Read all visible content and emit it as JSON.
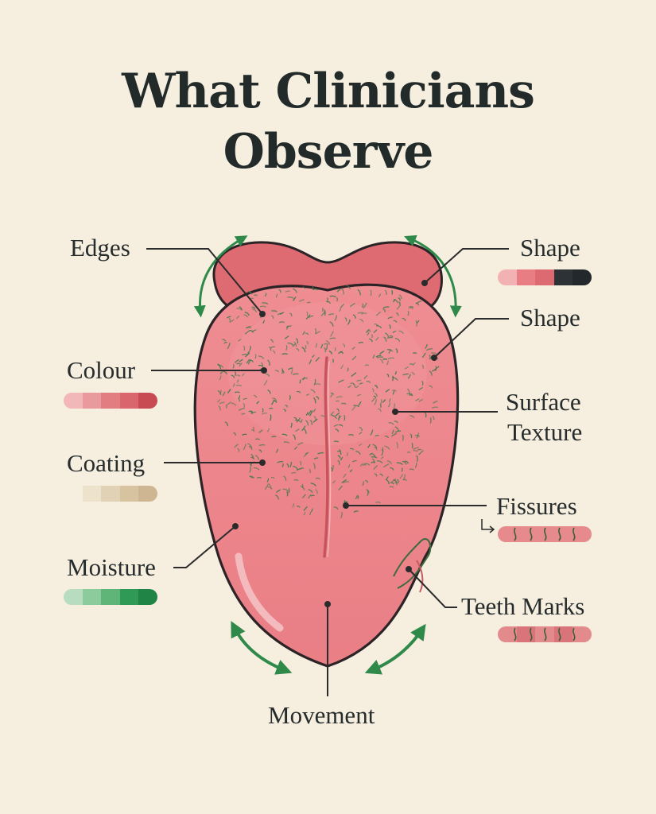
{
  "title": {
    "line1": "What Clinicians",
    "line2": "Observe"
  },
  "labels": {
    "edges": "Edges",
    "colour": "Colour",
    "coating": "Coating",
    "moisture": "Moisture",
    "shape_top": "Shape",
    "shape_second": "Shape",
    "surface_texture_1": "Surface",
    "surface_texture_2": "Texture",
    "fissures": "Fissures",
    "teeth_marks": "Teeth Marks",
    "movement": "Movement"
  },
  "colors": {
    "background": "#f6efe0",
    "tongue_body": "#ec8287",
    "tongue_outline": "#2b2326",
    "tongue_tip": "#de6a72",
    "papillae": "#3f7a4a",
    "arrow_green": "#2f8a4a",
    "leader_line": "#2b2b2b"
  },
  "swatches": {
    "colour": [
      "#f2b7b8",
      "#e99a9c",
      "#e27e82",
      "#d8666c",
      "#c84a52"
    ],
    "coating": [
      "#f6efe0",
      "#ede2cc",
      "#e2d2b5",
      "#d8c3a0",
      "#cfb692"
    ],
    "moisture": [
      "#b7dcbf",
      "#8ccb9b",
      "#5fb578",
      "#2f9a56",
      "#1f8446"
    ],
    "shape": [
      "#f2b1b2",
      "#e87e83",
      "#dd6a70",
      "#2c3235",
      "#22282b"
    ],
    "fissures": [
      "#e68a8e",
      "#e68a8e",
      "#e68a8e",
      "#e68a8e",
      "#e68a8e"
    ],
    "teeth_marks": [
      "#e38a8d",
      "#d9757a",
      "#e38a8d",
      "#d9757a",
      "#e38a8d"
    ]
  },
  "icons": [
    "double-arrow-icon",
    "small-arrow-icon"
  ]
}
